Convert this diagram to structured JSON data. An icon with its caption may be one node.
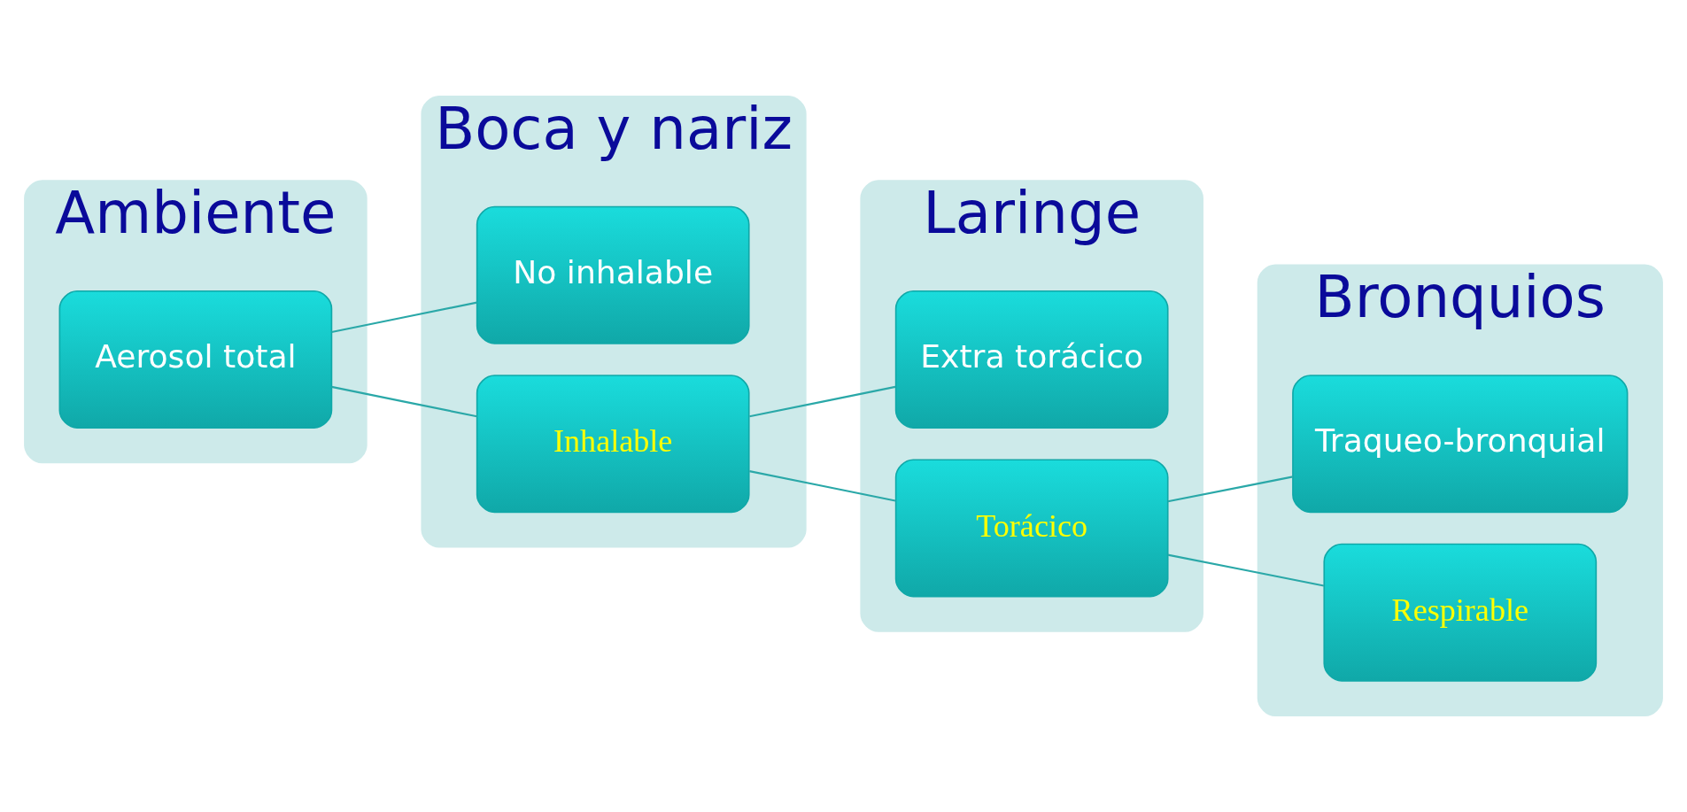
{
  "diagram": {
    "nodes": [
      {
        "text": [
          "Ambiente"
        ]
      },
      {
        "text": [
          "Aerosol total"
        ],
        "in": 0
      },
      {
        "text": [
          "Boca y nariz"
        ]
      },
      {
        "text": [
          "No inhalable"
        ],
        "in": 2
      },
      {
        "text": [
          "Inhalable"
        ],
        "in": 2
      },
      {
        "text": [
          "Laringe"
        ]
      },
      {
        "text": [
          "Extra torácico"
        ],
        "in": 5
      },
      {
        "text": [
          "Torácico"
        ],
        "in": 5
      },
      {
        "text": [
          "Bronquios"
        ]
      },
      {
        "text": [
          "Traqueo-bronquial"
        ],
        "in": 8
      },
      {
        "text": [
          "Respirable"
        ],
        "in": 8
      }
    ],
    "edges": [
      {
        "from": 1,
        "to": 3,
        "arrow": "none"
      },
      {
        "from": 1,
        "to": 4,
        "arrow": "none"
      },
      {
        "from": 4,
        "to": 6,
        "arrow": "none"
      },
      {
        "from": 4,
        "to": 7,
        "arrow": "none"
      },
      {
        "from": 7,
        "to": 9,
        "arrow": "none"
      },
      {
        "from": 7,
        "to": 10,
        "arrow": "none"
      }
    ]
  }
}
